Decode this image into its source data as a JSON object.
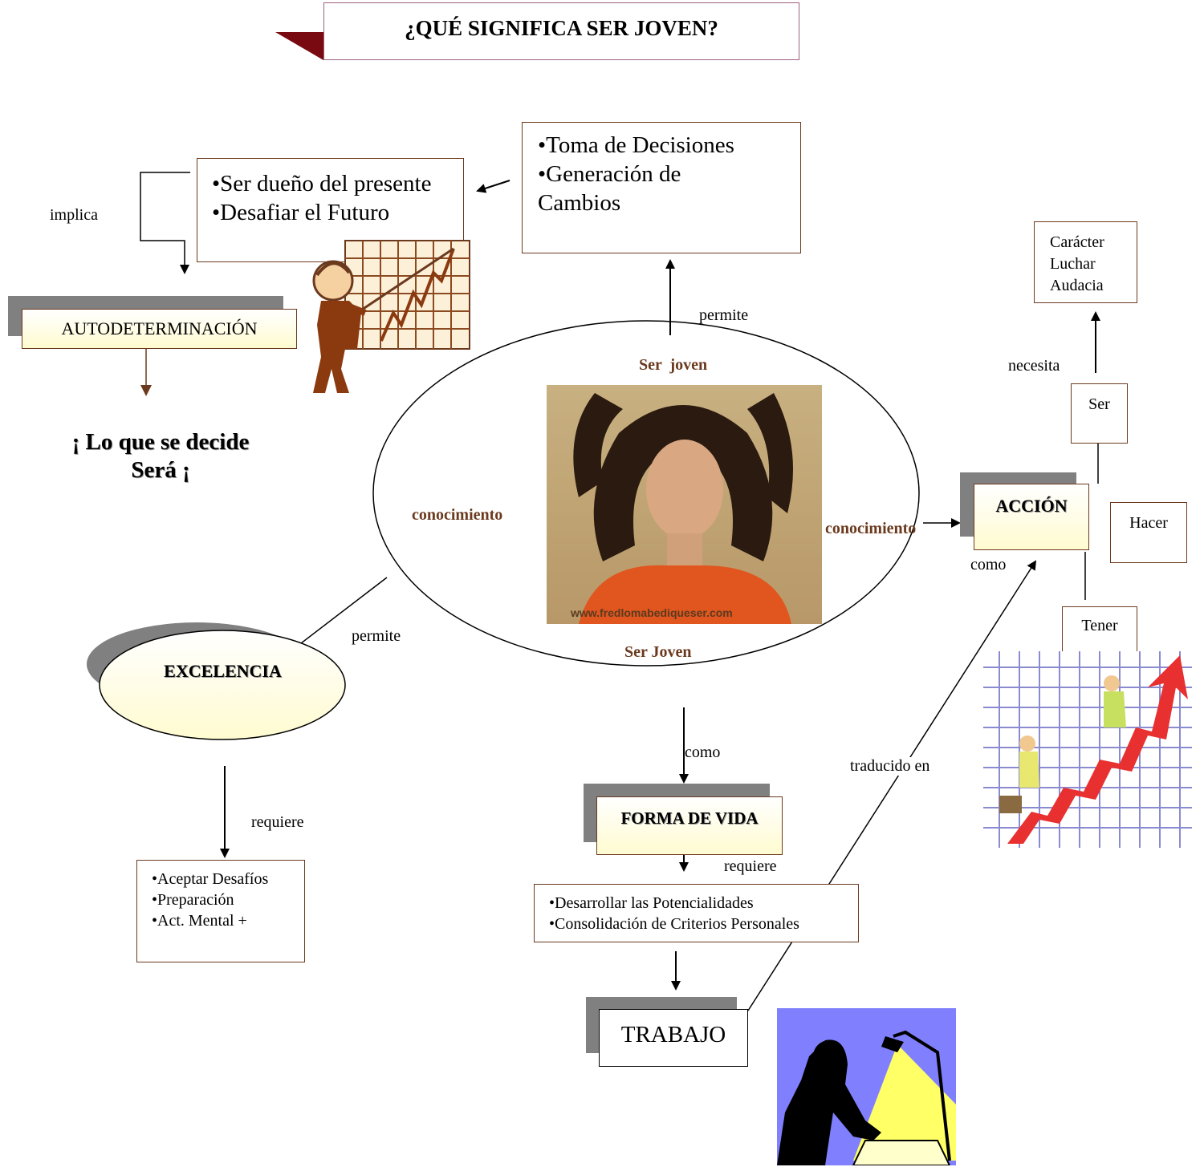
{
  "title": "¿QUÉ SIGNIFICA SER JOVEN?",
  "decisions_box": {
    "lines": [
      "•Toma de Decisiones",
      "•Generación de",
      "Cambios"
    ]
  },
  "present_box": {
    "lines": [
      "•Ser dueño del presente",
      "•Desafiar el Futuro"
    ]
  },
  "implica_label": "implica",
  "autodeterminacion": "AUTODETERMINACIÓN",
  "slogan": {
    "line1": "¡ Lo que se decide",
    "line2": "Será ¡"
  },
  "permite_top": "permite",
  "center": {
    "top_label": "Ser  joven",
    "bottom_label": "Ser Joven",
    "left_label": "conocimiento",
    "right_label": "conocimiento",
    "photo_watermark": "www.fredlomabediqueser.com"
  },
  "caracter_box": {
    "lines": [
      "Carácter",
      "Luchar",
      "Audacia"
    ]
  },
  "necesita_label": "necesita",
  "ser_box": "Ser",
  "accion": "ACCIÓN",
  "hacer_box": "Hacer",
  "tener_box": "Tener",
  "como_right": "como",
  "permite_left": "permite",
  "excelencia": "EXCELENCIA",
  "requiere_left": "requiere",
  "desafios_box": {
    "lines": [
      "•Aceptar Desafíos",
      "•Preparación",
      "•Act. Mental +"
    ]
  },
  "como_center": "como",
  "forma_de_vida": "FORMA DE VIDA",
  "requiere_center": "requiere",
  "potencialidades_box": {
    "lines": [
      "•Desarrollar las Potencialidades",
      "•Consolidación de Criterios Personales"
    ]
  },
  "traducido_label": "traducido en",
  "trabajo": "TRABAJO",
  "colors": {
    "brown": "#6b3a1e",
    "dark_red": "#7a0a12",
    "light_yellow": "#fffbd0",
    "gray_shadow": "#808080",
    "clipart_blue": "#8080ff",
    "lamp_yellow": "#ffff66"
  },
  "icons": [
    "presenter-chart-clipart",
    "climbing-arrow-clipart",
    "woman-desk-lamp-clipart",
    "young-woman-photo"
  ]
}
